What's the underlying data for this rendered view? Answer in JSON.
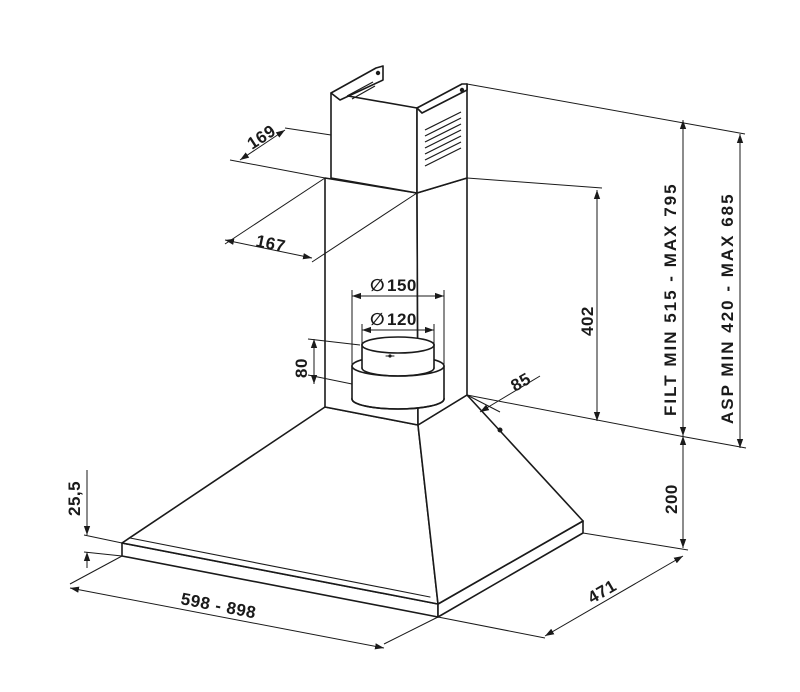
{
  "dimensions": {
    "chimney_depth": "169",
    "chimney_width": "167",
    "outlet_diameter_large": "150",
    "outlet_diameter_small": "120",
    "outlet_height": "80",
    "chimney_upper_height": "402",
    "outlet_offset": "85",
    "canopy_edge_thickness": "25,5",
    "hood_width": "598  -  898",
    "hood_depth": "471",
    "canopy_height": "200",
    "filter_range": "FILT MIN 515  -  MAX 795",
    "aspiration_range": "ASP MIN 420  -  MAX 685"
  },
  "symbols": {
    "diameter": "∅"
  }
}
